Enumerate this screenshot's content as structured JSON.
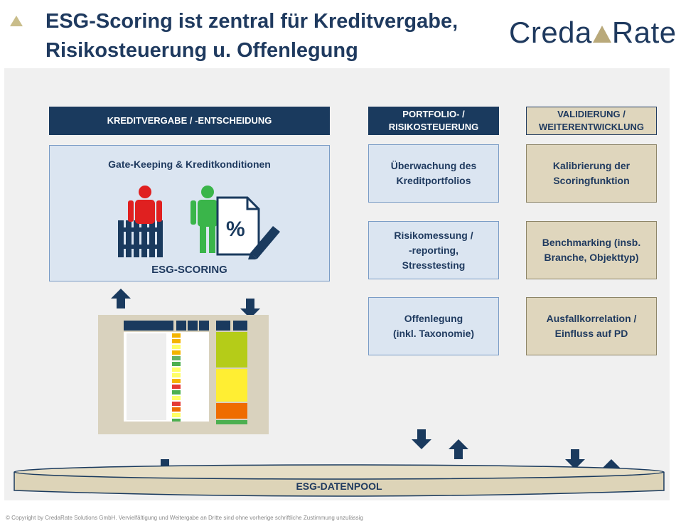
{
  "title": "ESG-Scoring ist zentral für Kreditvergabe, Risikosteuerung u. Offenlegung",
  "logo": {
    "part1": "Creda",
    "part2": "Rate"
  },
  "left": {
    "header": "KREDITVERGABE / -ENTSCHEIDUNG",
    "box_title": "Gate-Keeping & Kreditkonditionen",
    "box_label": "ESG-SCORING",
    "percent_symbol": "%"
  },
  "middle": {
    "header": "PORTFOLIO- /\nRISIKOSTEUERUNG",
    "boxes": [
      "Überwachung des\nKreditportfolios",
      "Risikomessung /\n-reporting,\nStresstesting",
      "Offenlegung\n(inkl. Taxonomie)"
    ]
  },
  "right": {
    "header": "VALIDIERUNG /\nWEITERENTWICKLUNG",
    "boxes": [
      "Kalibrierung der\nScoringfunktion",
      "Benchmarking (insb.\nBranche, Objekttyp)",
      "Ausfallkorrelation /\nEinfluss auf PD"
    ]
  },
  "datapool": "ESG-DATENPOOL",
  "footer": "© Copyright by CredaRate Solutions GmbH. Vervielfältigung und Weitergabe an Dritte sind ohne vorherige schriftliche Zustimmung unzulässig",
  "colors": {
    "navy": "#1a3a5e",
    "tan": "#dfd6bd",
    "light_blue": "#dbe5f1",
    "person_red": "#e02020",
    "person_green": "#3ab54a"
  }
}
